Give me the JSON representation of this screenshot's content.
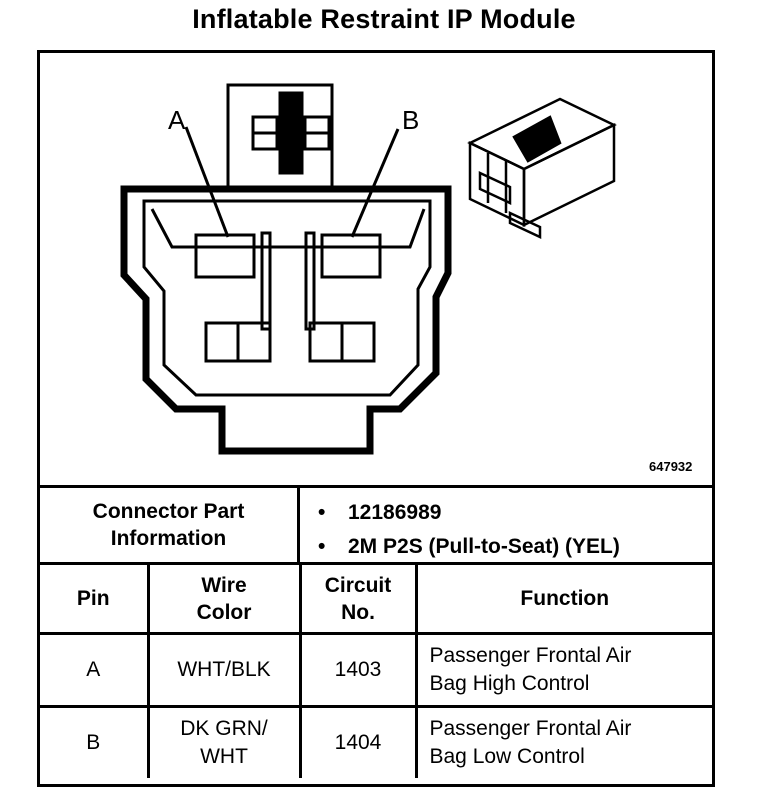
{
  "title": "Inflatable Restraint IP Module",
  "diagram": {
    "label_a": "A",
    "label_b": "B",
    "figure_number": "647932"
  },
  "connector_info": {
    "label_line1": "Connector Part",
    "label_line2": "Information",
    "part_number": "12186989",
    "description": "2M P2S (Pull-to-Seat) (YEL)",
    "bullet": "•"
  },
  "pin_table": {
    "headers": {
      "pin": "Pin",
      "wire_color_line1": "Wire",
      "wire_color_line2": "Color",
      "circuit_line1": "Circuit",
      "circuit_line2": "No.",
      "function": "Function"
    },
    "rows": [
      {
        "pin": "A",
        "wire_color_line1": "WHT/BLK",
        "wire_color_line2": "",
        "circuit": "1403",
        "function_line1": "Passenger Frontal Air",
        "function_line2": "Bag High Control"
      },
      {
        "pin": "B",
        "wire_color_line1": "DK GRN/",
        "wire_color_line2": "WHT",
        "circuit": "1404",
        "function_line1": "Passenger Frontal Air",
        "function_line2": "Bag Low Control"
      }
    ]
  }
}
